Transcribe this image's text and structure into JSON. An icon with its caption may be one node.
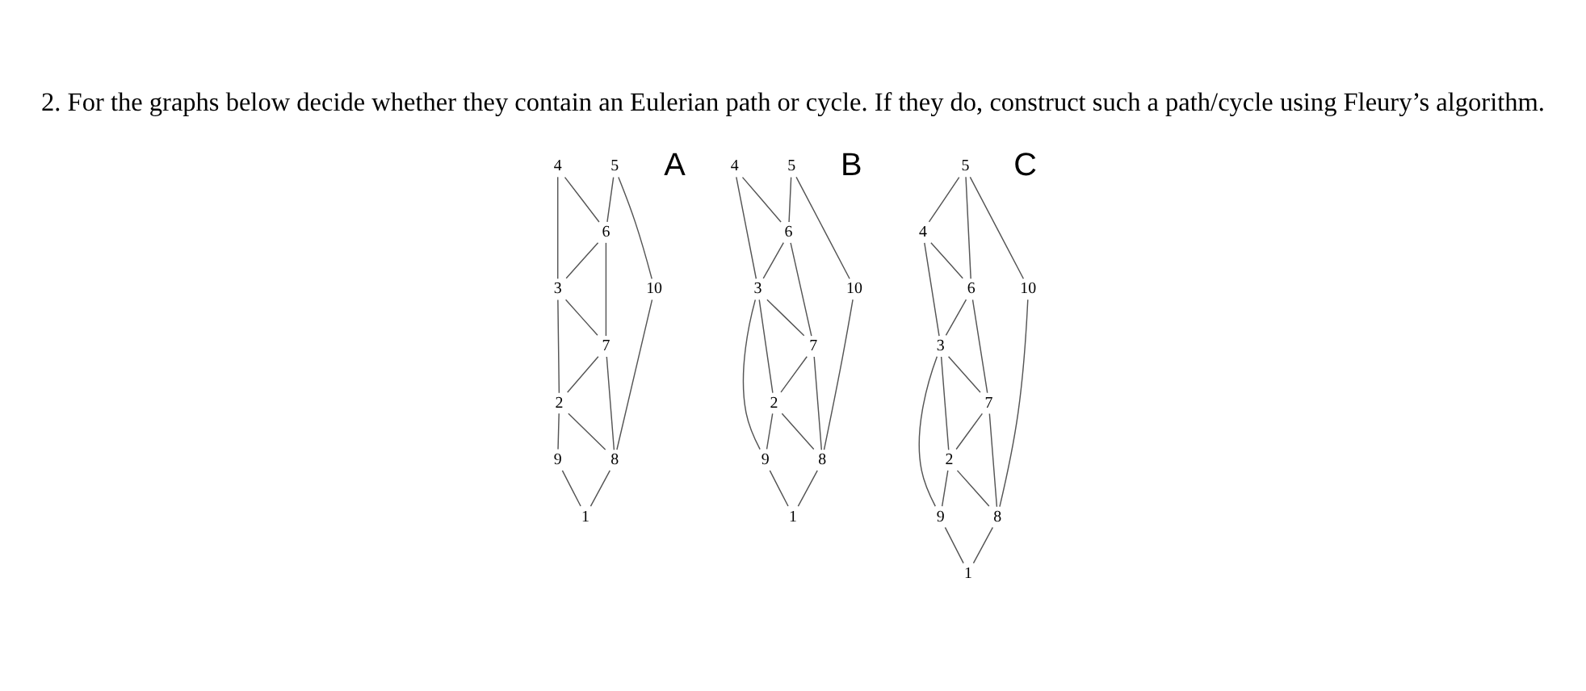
{
  "diagram": {
    "title": "2. For the graphs below decide whether they contain an Eulerian path or cycle. If they do, construct such a path/cycle using Fleury’s algorithm.",
    "nodes": [
      {
        "text": [
          "5"
        ]
      },
      {
        "text": [
          "4"
        ]
      },
      {
        "text": [
          "6"
        ]
      },
      {
        "text": [
          "3"
        ]
      },
      {
        "text": [
          "10"
        ]
      },
      {
        "text": [
          "9"
        ]
      },
      {
        "text": [
          "7"
        ]
      },
      {
        "text": [
          "2"
        ]
      },
      {
        "text": [
          "8"
        ]
      },
      {
        "text": [
          "1"
        ]
      },
      {
        "text": [
          "5"
        ]
      },
      {
        "text": [
          "4"
        ]
      },
      {
        "text": [
          "6"
        ]
      },
      {
        "text": [
          "3"
        ]
      },
      {
        "text": [
          "10"
        ]
      },
      {
        "text": [
          "9"
        ]
      },
      {
        "text": [
          "7"
        ]
      },
      {
        "text": [
          "2"
        ]
      },
      {
        "text": [
          "8"
        ]
      },
      {
        "text": [
          "1"
        ]
      },
      {
        "text": [
          "5"
        ]
      },
      {
        "text": [
          "4"
        ]
      },
      {
        "text": [
          "6"
        ]
      },
      {
        "text": [
          "3"
        ]
      },
      {
        "text": [
          "10"
        ]
      },
      {
        "text": [
          "9"
        ]
      },
      {
        "text": [
          "7"
        ]
      },
      {
        "text": [
          "2"
        ]
      },
      {
        "text": [
          "8"
        ]
      },
      {
        "text": [
          "1"
        ]
      }
    ],
    "edges": [
      {
        "from": 0,
        "to": 4,
        "arrow": "none"
      },
      {
        "from": 0,
        "to": 2,
        "arrow": "none"
      },
      {
        "from": 1,
        "to": 2,
        "arrow": "none"
      },
      {
        "from": 1,
        "to": 3,
        "arrow": "none"
      },
      {
        "from": 2,
        "to": 3,
        "arrow": "none"
      },
      {
        "from": 2,
        "to": 6,
        "arrow": "none"
      },
      {
        "from": 3,
        "to": 6,
        "arrow": "none"
      },
      {
        "from": 3,
        "to": 7,
        "arrow": "none"
      },
      {
        "from": 6,
        "to": 7,
        "arrow": "none"
      },
      {
        "from": 4,
        "to": 8,
        "arrow": "none"
      },
      {
        "from": 6,
        "to": 8,
        "arrow": "none"
      },
      {
        "from": 7,
        "to": 8,
        "arrow": "none"
      },
      {
        "from": 7,
        "to": 5,
        "arrow": "none"
      },
      {
        "from": 5,
        "to": 9,
        "arrow": "none"
      },
      {
        "from": 8,
        "to": 9,
        "arrow": "none"
      },
      {
        "from": 10,
        "to": 14,
        "arrow": "none"
      },
      {
        "from": 10,
        "to": 12,
        "arrow": "none"
      },
      {
        "from": 11,
        "to": 12,
        "arrow": "none"
      },
      {
        "from": 11,
        "to": 13,
        "arrow": "none"
      },
      {
        "from": 12,
        "to": 13,
        "arrow": "none"
      },
      {
        "from": 12,
        "to": 16,
        "arrow": "none"
      },
      {
        "from": 13,
        "to": 16,
        "arrow": "none"
      },
      {
        "from": 13,
        "to": 17,
        "arrow": "none"
      },
      {
        "from": 13,
        "to": 15,
        "arrow": "none"
      },
      {
        "from": 16,
        "to": 17,
        "arrow": "none"
      },
      {
        "from": 14,
        "to": 18,
        "arrow": "none"
      },
      {
        "from": 16,
        "to": 18,
        "arrow": "none"
      },
      {
        "from": 17,
        "to": 18,
        "arrow": "none"
      },
      {
        "from": 17,
        "to": 15,
        "arrow": "none"
      },
      {
        "from": 15,
        "to": 19,
        "arrow": "none"
      },
      {
        "from": 18,
        "to": 19,
        "arrow": "none"
      },
      {
        "from": 20,
        "to": 21,
        "arrow": "none"
      },
      {
        "from": 20,
        "to": 24,
        "arrow": "none"
      },
      {
        "from": 20,
        "to": 22,
        "arrow": "none"
      },
      {
        "from": 21,
        "to": 22,
        "arrow": "none"
      },
      {
        "from": 21,
        "to": 23,
        "arrow": "none"
      },
      {
        "from": 22,
        "to": 23,
        "arrow": "none"
      },
      {
        "from": 22,
        "to": 26,
        "arrow": "none"
      },
      {
        "from": 23,
        "to": 26,
        "arrow": "none"
      },
      {
        "from": 23,
        "to": 27,
        "arrow": "none"
      },
      {
        "from": 23,
        "to": 25,
        "arrow": "none"
      },
      {
        "from": 26,
        "to": 27,
        "arrow": "none"
      },
      {
        "from": 24,
        "to": 28,
        "arrow": "none"
      },
      {
        "from": 26,
        "to": 28,
        "arrow": "none"
      },
      {
        "from": 27,
        "to": 28,
        "arrow": "none"
      },
      {
        "from": 27,
        "to": 25,
        "arrow": "none"
      },
      {
        "from": 25,
        "to": 29,
        "arrow": "none"
      },
      {
        "from": 28,
        "to": 29,
        "arrow": "none"
      }
    ],
    "labels": [
      "A",
      "B",
      "C"
    ]
  }
}
